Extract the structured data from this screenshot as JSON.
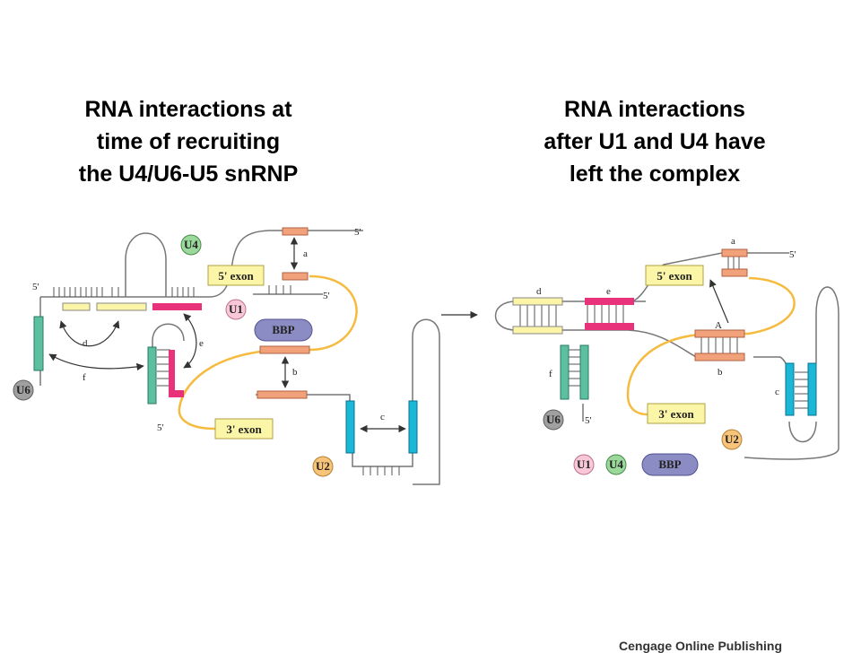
{
  "titles": {
    "left": "RNA interactions at\ntime of recruiting\nthe U4/U6-U5 snRNP",
    "right": "RNA interactions\nafter U1 and U4 have\nleft the complex"
  },
  "labels": {
    "u4": "U4",
    "u1": "U1",
    "u6": "U6",
    "u2": "U2",
    "bbp": "BBP",
    "exon5": "5' exon",
    "exon3": "3' exon",
    "five_prime": "5'",
    "a": "a",
    "b": "b",
    "c": "c",
    "d": "d",
    "e": "e",
    "f": "f",
    "A": "A"
  },
  "colors": {
    "yellow_box": "#fbf5a8",
    "pink": "#e8327a",
    "teal": "#5bbfa0",
    "cyan": "#1ab8d6",
    "salmon": "#f2a27a",
    "orange_line": "#f5bb40",
    "bbp": "#8c8cc4",
    "u4": "#9bd89b",
    "u1": "#f8c8d8",
    "u6": "#a0a0a0",
    "u2": "#f8c47a"
  },
  "footer": "Cengage Online Publishing"
}
